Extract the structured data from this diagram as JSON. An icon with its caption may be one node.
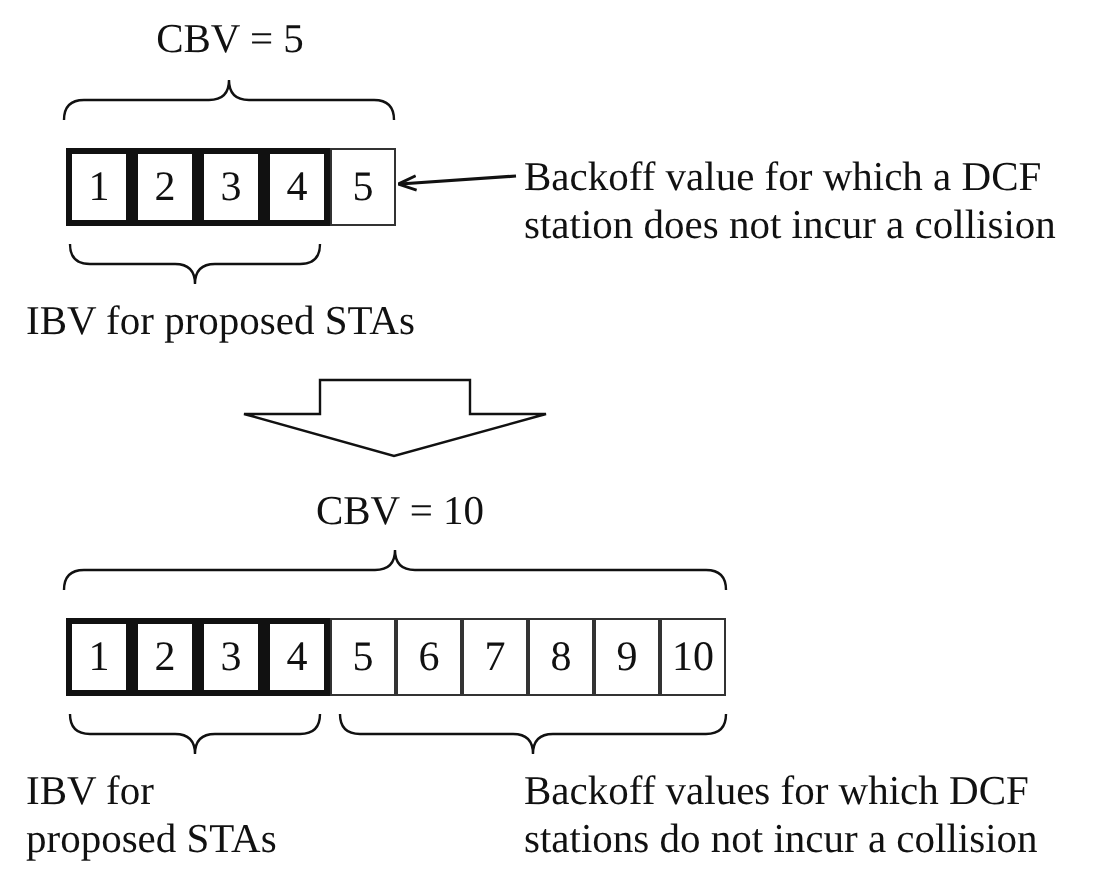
{
  "diagram": {
    "nodes": [
      {
        "text": [
          "1"
        ]
      },
      {
        "text": [
          "2"
        ]
      },
      {
        "text": [
          "3"
        ]
      },
      {
        "text": [
          "4"
        ]
      },
      {
        "text": [
          "5"
        ]
      },
      {
        "text": [
          "Backoff value for which a DCF station does not incur a collision"
        ]
      },
      {
        "text": [
          "1"
        ]
      },
      {
        "text": [
          "2"
        ]
      },
      {
        "text": [
          "3"
        ]
      },
      {
        "text": [
          "4"
        ]
      },
      {
        "text": [
          "5"
        ]
      },
      {
        "text": [
          "6"
        ]
      },
      {
        "text": [
          "7"
        ]
      },
      {
        "text": [
          "8"
        ]
      },
      {
        "text": [
          "9"
        ]
      },
      {
        "text": [
          "10"
        ]
      }
    ],
    "edges": [
      {
        "from": 5,
        "to": 4,
        "arrow": "to"
      }
    ],
    "labels": [
      "CBV = 5",
      "IBV for proposed STAs",
      "CBV = 10",
      "IBV for proposed STAs",
      "Backoff values for which DCF stations do not incur a collision"
    ]
  }
}
